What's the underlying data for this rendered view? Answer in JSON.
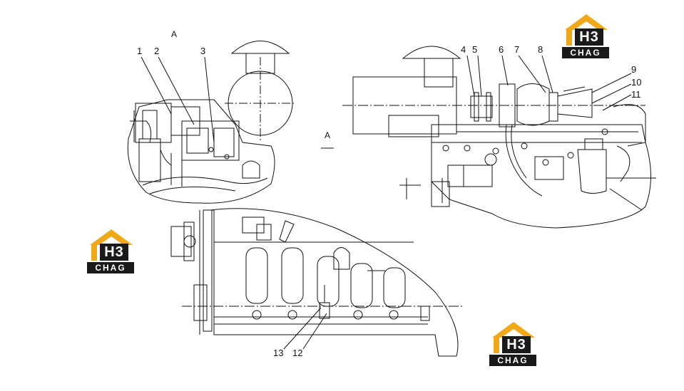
{
  "views": {
    "top_left_label": "A",
    "arrow_label": "A"
  },
  "callouts": [
    "1",
    "2",
    "3",
    "4",
    "5",
    "6",
    "7",
    "8",
    "9",
    "10",
    "11",
    "12",
    "13"
  ],
  "logo": {
    "mark": "H3",
    "word": "CHAG",
    "accent_color": "#f0a818",
    "dark_color": "#1a1a1a"
  }
}
